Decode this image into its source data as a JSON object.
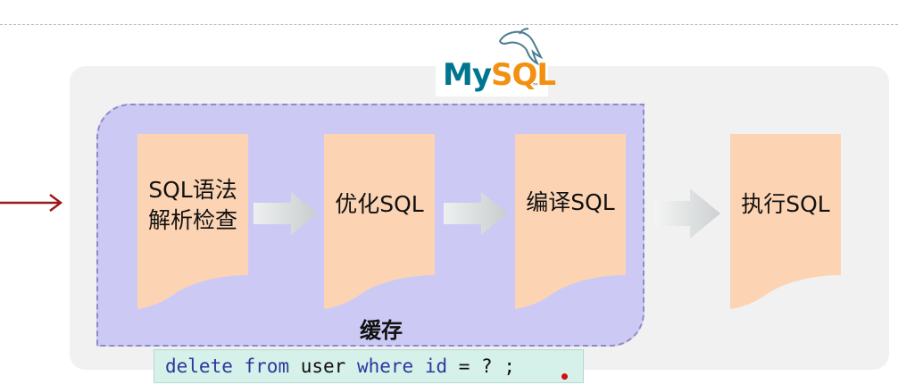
{
  "logo": {
    "brand_my": "My",
    "brand_sql": "SQL",
    "trademark": "™"
  },
  "cache": {
    "label": "缓存"
  },
  "steps": [
    {
      "line1": "SQL语法",
      "line2": "解析检查"
    },
    {
      "line1": "优化SQL"
    },
    {
      "line1": "编译SQL"
    },
    {
      "line1": "执行SQL"
    }
  ],
  "code": {
    "tokens": [
      {
        "text": "delete",
        "kind": "keyword"
      },
      {
        "text": " ",
        "kind": "plain"
      },
      {
        "text": "from",
        "kind": "keyword"
      },
      {
        "text": " user ",
        "kind": "plain"
      },
      {
        "text": "where",
        "kind": "keyword"
      },
      {
        "text": " ",
        "kind": "plain"
      },
      {
        "text": "id",
        "kind": "keyword"
      },
      {
        "text": " = ? ;",
        "kind": "plain"
      }
    ]
  },
  "colors": {
    "doc_fill": "#fcd4b4",
    "cache_fill": "#cccaf4",
    "panel_fill": "#f1f1f1",
    "entry_arrow": "#9a1a1a",
    "flow_arrow": "#cfd3d3"
  }
}
